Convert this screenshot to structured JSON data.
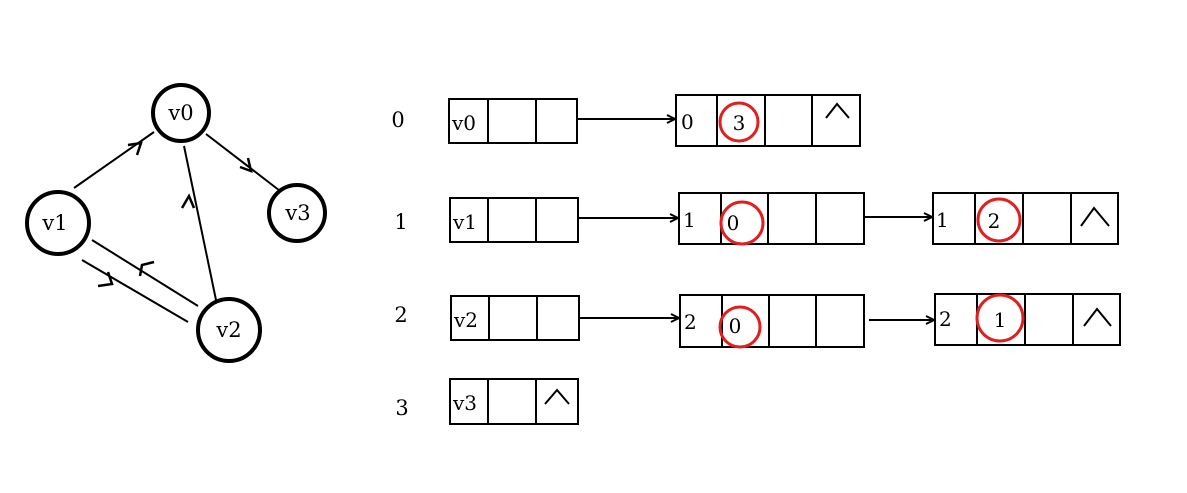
{
  "graph": {
    "vertices": [
      {
        "id": "v0",
        "label": "v0"
      },
      {
        "id": "v1",
        "label": "v1"
      },
      {
        "id": "v2",
        "label": "v2"
      },
      {
        "id": "v3",
        "label": "v3"
      }
    ],
    "edges": [
      {
        "from": "v1",
        "to": "v0"
      },
      {
        "from": "v0",
        "to": "v3"
      },
      {
        "from": "v2",
        "to": "v0"
      },
      {
        "from": "v1",
        "to": "v2"
      },
      {
        "from": "v2",
        "to": "v1"
      }
    ]
  },
  "adjacency_list": {
    "rows": [
      {
        "index": "0",
        "vertex": "v0",
        "head_null": false,
        "nodes": [
          {
            "tail": "0",
            "head": "3",
            "circled": true,
            "null_link": true
          }
        ]
      },
      {
        "index": "1",
        "vertex": "v1",
        "head_null": false,
        "nodes": [
          {
            "tail": "1",
            "head": "0",
            "circled": true,
            "null_link": false
          },
          {
            "tail": "1",
            "head": "2",
            "circled": true,
            "null_link": true
          }
        ]
      },
      {
        "index": "2",
        "vertex": "v2",
        "head_null": false,
        "nodes": [
          {
            "tail": "2",
            "head": "0",
            "circled": true,
            "null_link": false
          },
          {
            "tail": "2",
            "head": "1",
            "circled": true,
            "null_link": true
          }
        ]
      },
      {
        "index": "3",
        "vertex": "v3",
        "head_null": true,
        "nodes": []
      }
    ],
    "null_symbol": "^"
  },
  "colors": {
    "stroke": "#000000",
    "highlight": "#e02020"
  }
}
